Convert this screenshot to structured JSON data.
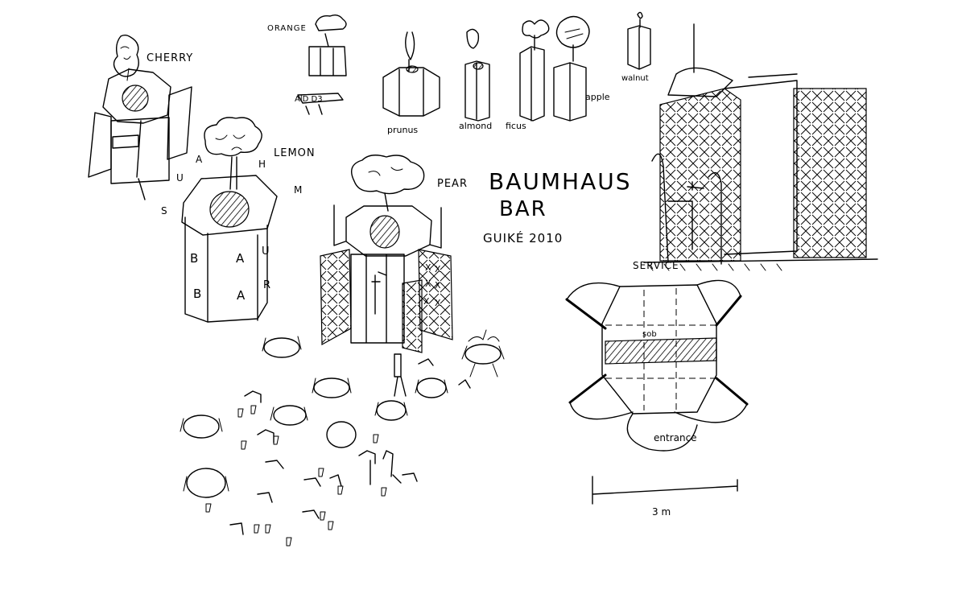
{
  "title": {
    "line1": "BAUMHAUS",
    "line2": "BAR",
    "author": "GUIKÉ 2010"
  },
  "trees": {
    "cherry": "CHERRY",
    "lemon": "LEMON",
    "pear": "PEAR",
    "orange": "ORANGE",
    "prunus": "prunus",
    "almond": "almond",
    "ficus": "ficus",
    "apple": "apple",
    "walnut": "walnut"
  },
  "orange_sub": "AlD D3",
  "kiosk_letters": [
    "B",
    "A",
    "B",
    "A"
  ],
  "kiosk_side_letters": [
    "U",
    "R"
  ],
  "lemon_markers": [
    "A",
    "U",
    "S",
    "M",
    "H"
  ],
  "pear_panel_marks": [
    "X",
    "X",
    "X",
    "X",
    "X",
    "X"
  ],
  "plan": {
    "entrance": "entrance",
    "inner_label": "sob",
    "scale": "3 m"
  },
  "elevation": {
    "service": "SERVICE"
  }
}
